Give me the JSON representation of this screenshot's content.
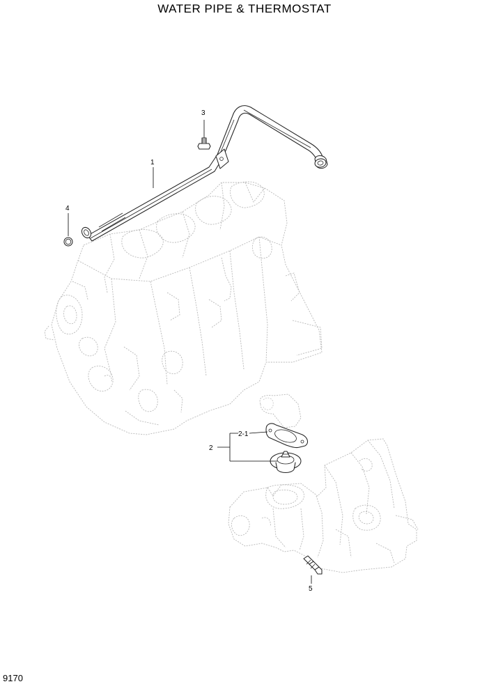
{
  "title": "WATER PIPE & THERMOSTAT",
  "page_code": "9170",
  "callouts": {
    "c1": "1",
    "c2": "2",
    "c2_1": "2-1",
    "c3": "3",
    "c4": "4",
    "c5": "5"
  }
}
